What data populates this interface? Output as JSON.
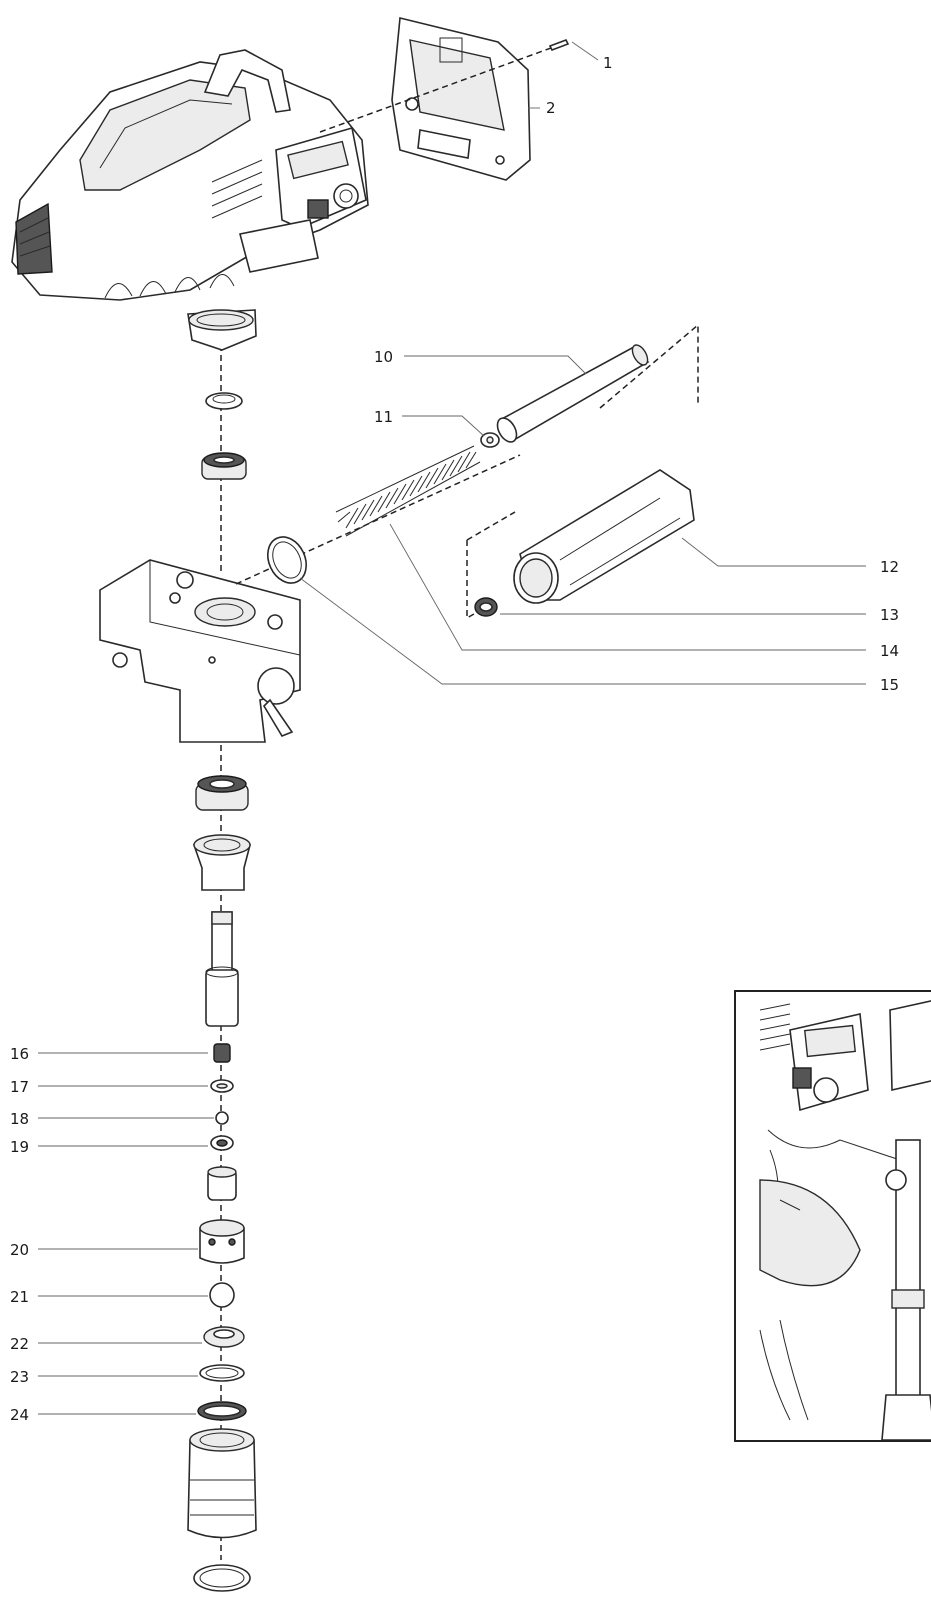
{
  "callouts": [
    {
      "id": "1",
      "label": "1"
    },
    {
      "id": "2",
      "label": "2"
    },
    {
      "id": "10",
      "label": "10"
    },
    {
      "id": "11",
      "label": "11"
    },
    {
      "id": "12",
      "label": "12"
    },
    {
      "id": "13",
      "label": "13"
    },
    {
      "id": "14",
      "label": "14"
    },
    {
      "id": "15",
      "label": "15"
    },
    {
      "id": "16",
      "label": "16"
    },
    {
      "id": "17",
      "label": "17"
    },
    {
      "id": "18",
      "label": "18"
    },
    {
      "id": "19",
      "label": "19"
    },
    {
      "id": "20",
      "label": "20"
    },
    {
      "id": "21",
      "label": "21"
    },
    {
      "id": "22",
      "label": "22"
    },
    {
      "id": "23",
      "label": "23"
    },
    {
      "id": "24",
      "label": "24"
    }
  ]
}
